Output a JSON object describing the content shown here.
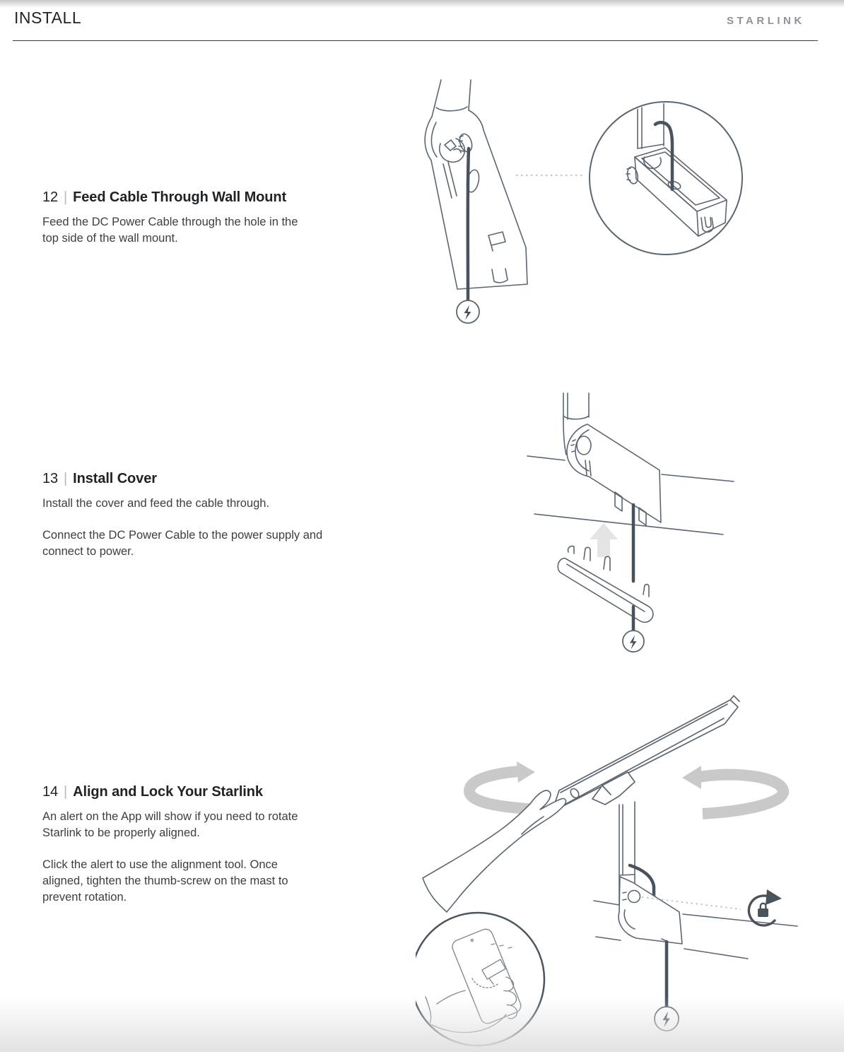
{
  "header": {
    "title": "INSTALL",
    "brand": "STARLINK"
  },
  "steps": [
    {
      "number": "12",
      "separator": "|",
      "title": "Feed Cable Through Wall Mount",
      "paragraphs": [
        "Feed the DC Power Cable through the hole in the\ntop side of the wall mount."
      ],
      "illustration": "wall-mount-cable-feed-with-magnified-detail"
    },
    {
      "number": "13",
      "separator": "|",
      "title": "Install Cover",
      "paragraphs": [
        "Install the cover and feed the cable through.",
        "Connect the DC Power Cable to the power supply and\nconnect to power."
      ],
      "illustration": "cover-install-upward-arrow"
    },
    {
      "number": "14",
      "separator": "|",
      "title": "Align and Lock Your Starlink",
      "paragraphs": [
        "An alert on the App will show if you need to rotate\nStarlink to be properly aligned.",
        "Click the alert to use the alignment tool. Once\naligned, tighten the thumb-screw on the mast to\nprevent rotation."
      ],
      "illustration": "rotate-align-lock-with-phone-inset"
    }
  ],
  "icons": {
    "power": "lightning-bolt-in-circle",
    "rotate_lock": "rotate-lock",
    "magnifier": "detail-magnifier-circle",
    "up_arrow": "insert-upward-arrow",
    "rotation_arrows": "rotate-direction-arrows",
    "phone_app": "phone-alignment-app-inset"
  },
  "colors": {
    "line_art": "#5b6671",
    "cable": "#49535d",
    "rotation_arrow_gray": "#c9c9c9",
    "insert_arrow_gray": "#e4e4e4",
    "heading_text": "#202225",
    "body_text": "#3b3e42",
    "brand_gray": "#8d939a",
    "separator_gray": "#b5b9bd",
    "page_background": "#ffffff"
  }
}
